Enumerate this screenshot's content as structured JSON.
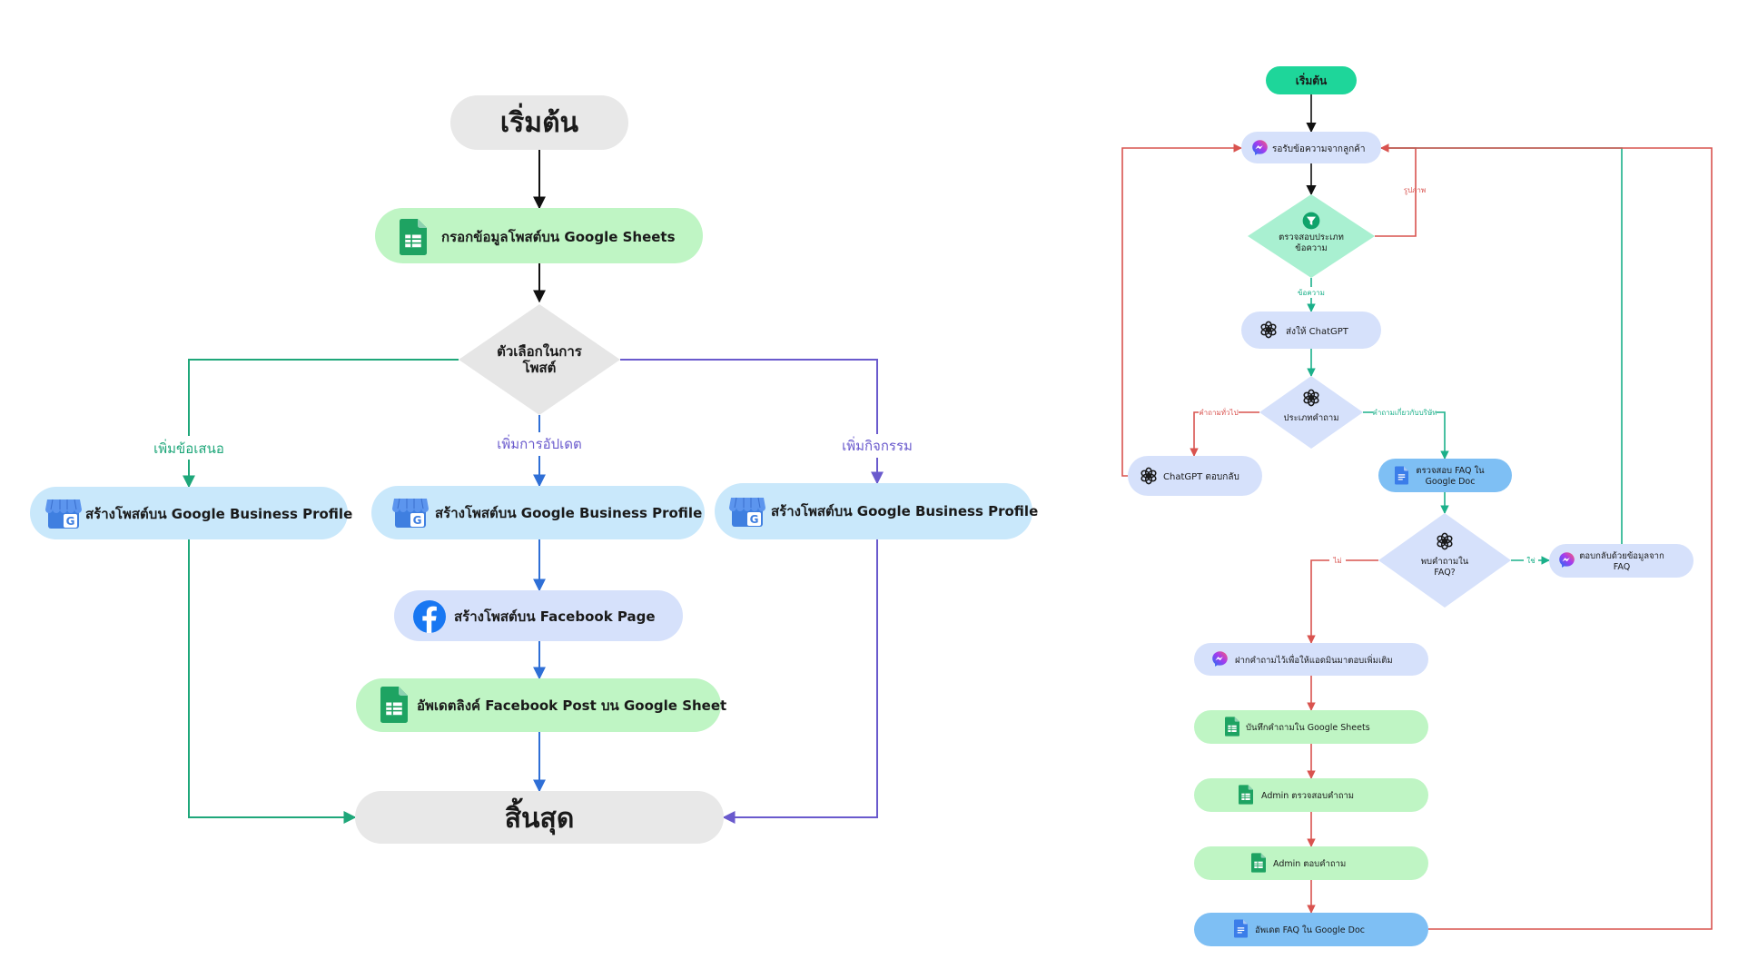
{
  "left_flow": {
    "start": "เริ่มต้น",
    "fill_sheet": "กรอกข้อมูลโพสต์บน Google Sheets",
    "decision": [
      "ตัวเลือกในการ",
      "โพสต์"
    ],
    "branch_offer": "เพิ่มข้อเสนอ",
    "branch_update": "เพิ่มการอัปเดต",
    "branch_event": "เพิ่มกิจกรรม",
    "gbp_post_offer": "สร้างโพสต์บน Google Business Profile",
    "gbp_post_update": "สร้างโพสต์บน Google Business Profile",
    "gbp_post_event": "สร้างโพสต์บน Google Business Profile",
    "facebook_post": "สร้างโพสต์บน Facebook Page",
    "update_sheet": "อัพเดตลิงค์ Facebook Post บน Google Sheet",
    "end": "สิ้นสุด"
  },
  "right_flow": {
    "start": "เริ่มต้น",
    "receive": "รอรับข้อความจากลูกค้า",
    "check_type": [
      "ตรวจสอบประเภท",
      "ข้อความ"
    ],
    "label_image": "รูปภาพ",
    "label_text": "ข้อความ",
    "send_chatgpt": "ส่งให้ ChatGPT",
    "question_type": "ประเภทคำถาม",
    "label_general": "คำถามทั่วไป",
    "label_company": "คำถามเกี่ยวกับบริษัท",
    "chatgpt_reply": "ChatGPT ตอบกลับ",
    "check_faq": [
      "ตรวจสอบ FAQ ใน",
      "Google Doc"
    ],
    "found_faq": [
      "พบคำถามใน",
      "FAQ?"
    ],
    "label_no": "ไม่",
    "label_yes": "ใช่",
    "reply_faq": [
      "ตอบกลับด้วยข้อมูลจาก",
      "FAQ"
    ],
    "leave_question": "ฝากคำถามไว้เพื่อให้แอดมินมาตอบเพิ่มเติม",
    "record_sheet": "บันทึกคำถามใน Google Sheets",
    "admin_check": "Admin ตรวจสอบคำถาม",
    "admin_answer": "Admin ตอบคำถาม",
    "update_faq": "อัพเดต FAQ ใน Google Doc"
  },
  "colors": {
    "gray_node": "#e8e8e8",
    "green_node": "#bff5c4",
    "blue_node": "#c9e8fb",
    "lavender_node": "#d6e1fb",
    "mid_blue_node": "#7ebff4",
    "decision_gray": "#e6e6e6",
    "decision_teal": "#a9f0d1",
    "decision_lavender": "#d6e1fb",
    "start_green": "#1ed69a",
    "arrow_green": "#1fa77a",
    "arrow_purple": "#6a5acd",
    "arrow_blue": "#2f6fd6",
    "arrow_red": "#d9534f",
    "arrow_teal": "#1bb08a"
  },
  "icons": {
    "sheets": "google-sheets-icon",
    "gbp": "google-business-profile-icon",
    "facebook": "facebook-icon",
    "messenger": "messenger-icon",
    "chatgpt": "chatgpt-icon",
    "docs": "google-docs-icon",
    "filter": "filter-icon"
  }
}
